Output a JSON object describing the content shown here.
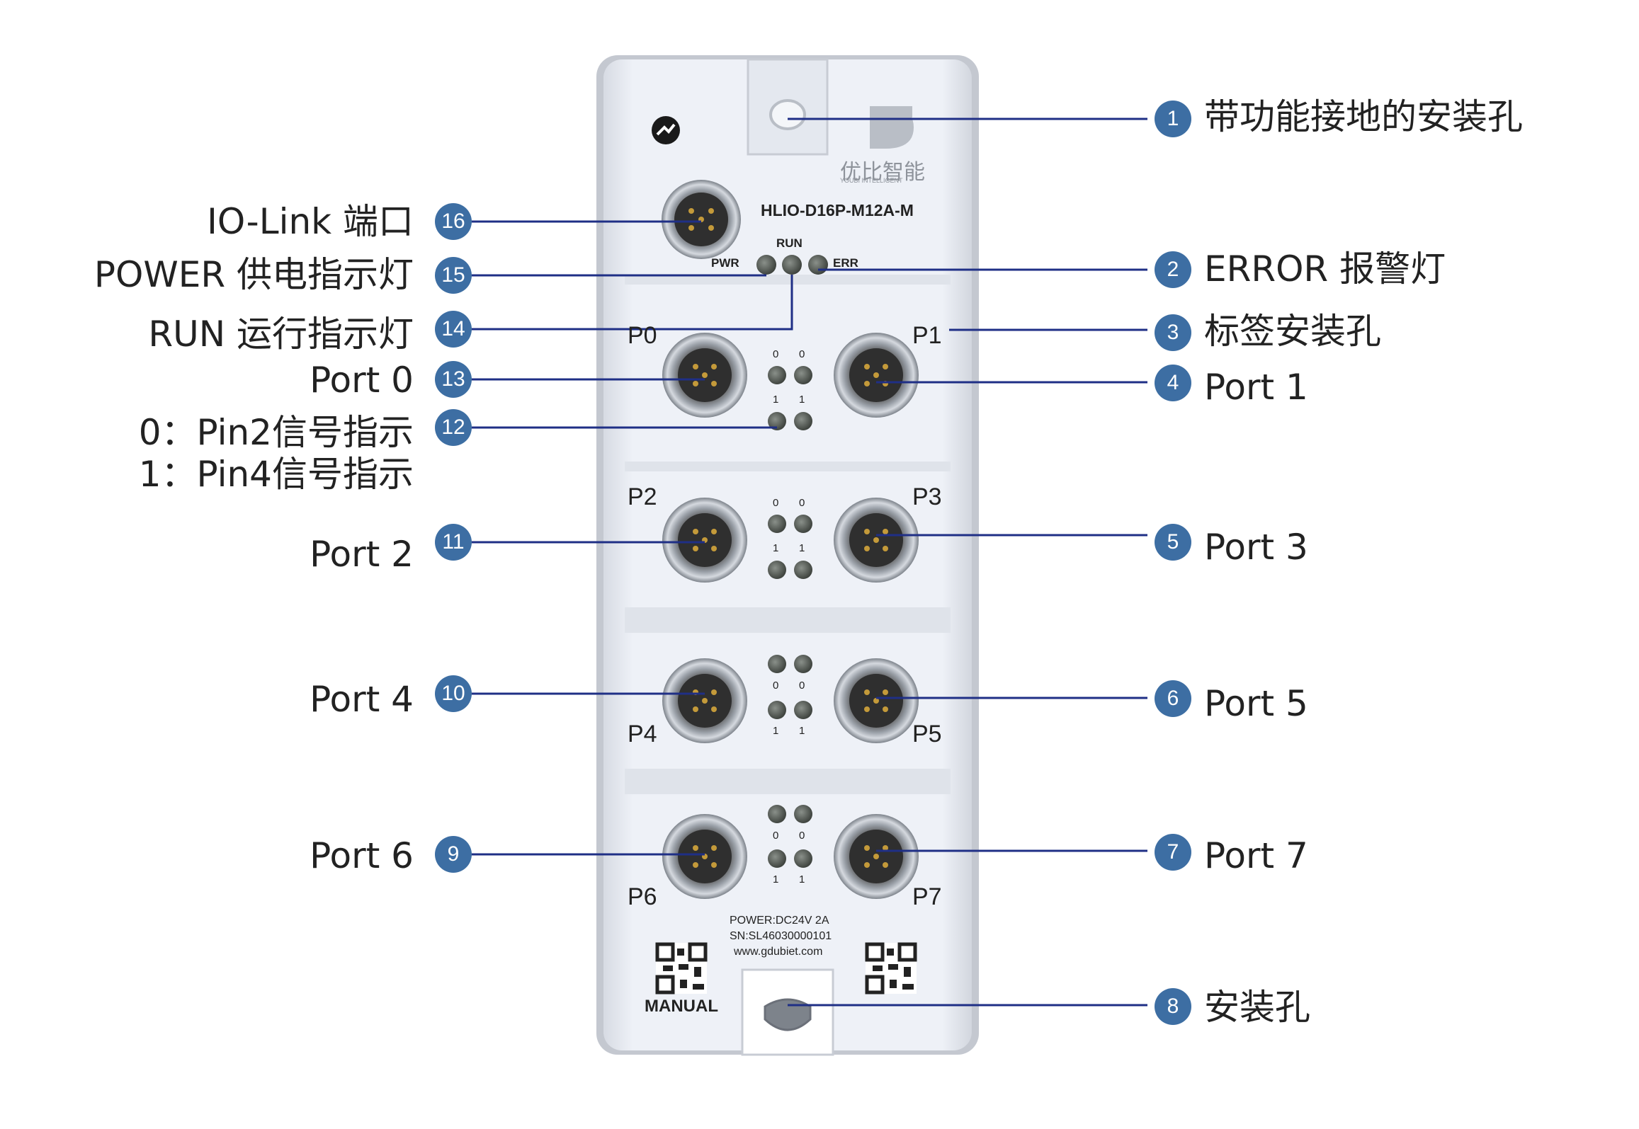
{
  "device": {
    "model": "HLIO-D16P-M12A-M",
    "brand_cn": "优比智能",
    "brand_en": "YOUBI INTELLIGENT",
    "led_run": "RUN",
    "led_pwr": "PWR",
    "led_err": "ERR",
    "ports": [
      "P0",
      "P1",
      "P2",
      "P3",
      "P4",
      "P5",
      "P6",
      "P7"
    ],
    "pin_labels": [
      "0",
      "1"
    ],
    "power": "POWER:DC24V 2A",
    "sn": "SN:SL46030000101",
    "url": "www.gdubiet.com",
    "manual": "MANUAL"
  },
  "left_callouts": [
    {
      "num": "16",
      "text": "IO-Link 端口"
    },
    {
      "num": "15",
      "text": "POWER 供电指示灯"
    },
    {
      "num": "14",
      "text": "RUN 运行指示灯"
    },
    {
      "num": "13",
      "text": "Port 0"
    },
    {
      "num": "12",
      "text": "0：Pin2信号指示",
      "text2": "1：Pin4信号指示"
    },
    {
      "num": "11",
      "text": "Port 2"
    },
    {
      "num": "10",
      "text": "Port 4"
    },
    {
      "num": "9",
      "text": "Port 6"
    }
  ],
  "right_callouts": [
    {
      "num": "1",
      "text": "带功能接地的安装孔"
    },
    {
      "num": "2",
      "text": "ERROR 报警灯"
    },
    {
      "num": "3",
      "text": "标签安装孔"
    },
    {
      "num": "4",
      "text": "Port 1"
    },
    {
      "num": "5",
      "text": "Port 3"
    },
    {
      "num": "6",
      "text": "Port 5"
    },
    {
      "num": "7",
      "text": "Port 7"
    },
    {
      "num": "8",
      "text": "安装孔"
    }
  ],
  "colors": {
    "line": "#1f2f86",
    "callout": "#3d6ea3",
    "body": "#e9edf5",
    "led": "#5a5f5a"
  }
}
